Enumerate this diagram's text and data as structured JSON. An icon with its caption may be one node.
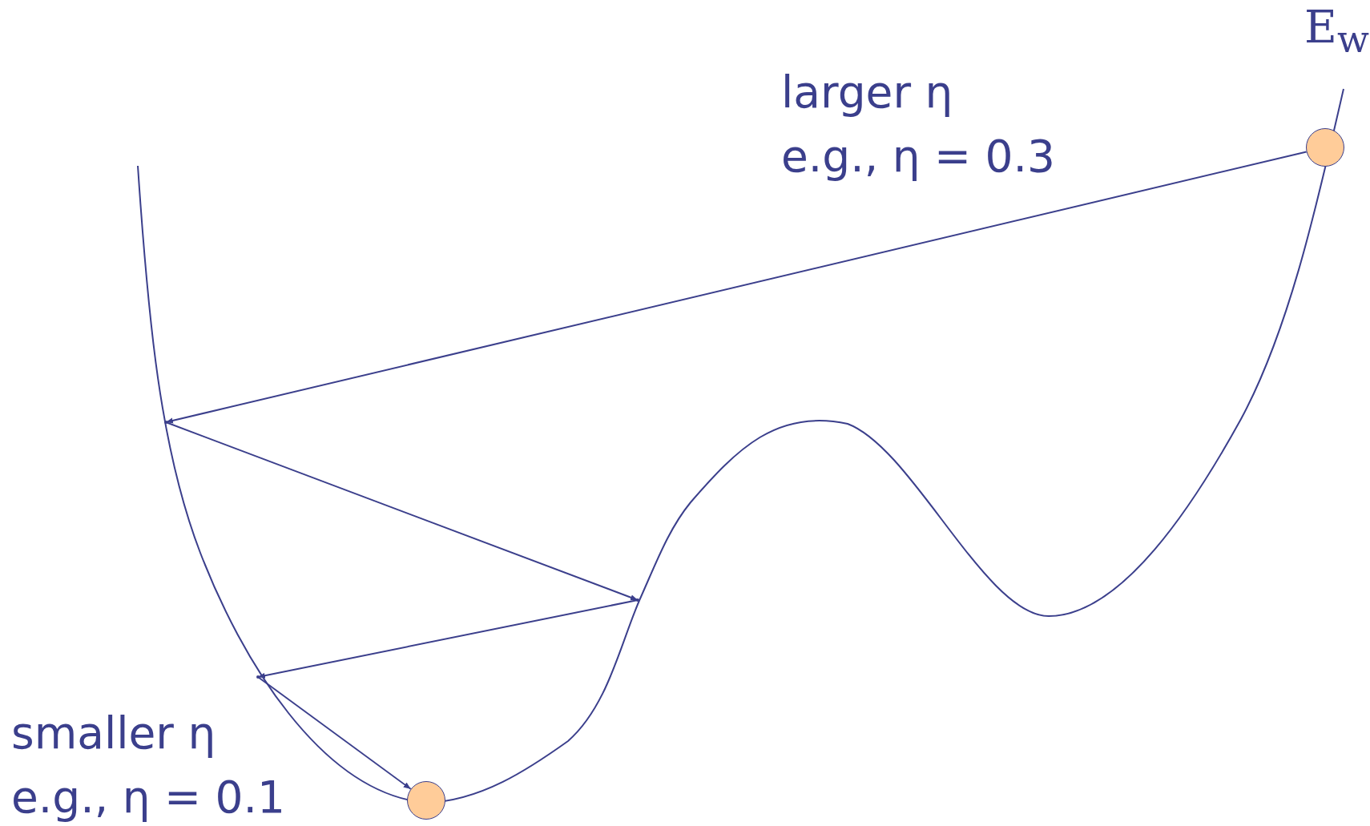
{
  "diagram": {
    "nodes": [
      {
        "text": [],
        "shape": "circle"
      },
      {
        "text": [],
        "shape": "point"
      },
      {
        "text": [],
        "shape": "point"
      },
      {
        "text": [],
        "shape": "point"
      },
      {
        "text": [],
        "shape": "circle"
      }
    ],
    "edges": [
      {
        "from": 0,
        "to": 1,
        "arrow": "to"
      },
      {
        "from": 1,
        "to": 2,
        "arrow": "to"
      },
      {
        "from": 2,
        "to": 3,
        "arrow": "to"
      },
      {
        "from": 3,
        "to": 4,
        "arrow": "to"
      }
    ],
    "labels": [
      "E$_{w}$",
      "larger η",
      "e.g., η = 0.3",
      "smaller η",
      "e.g., η = 0.1"
    ]
  }
}
